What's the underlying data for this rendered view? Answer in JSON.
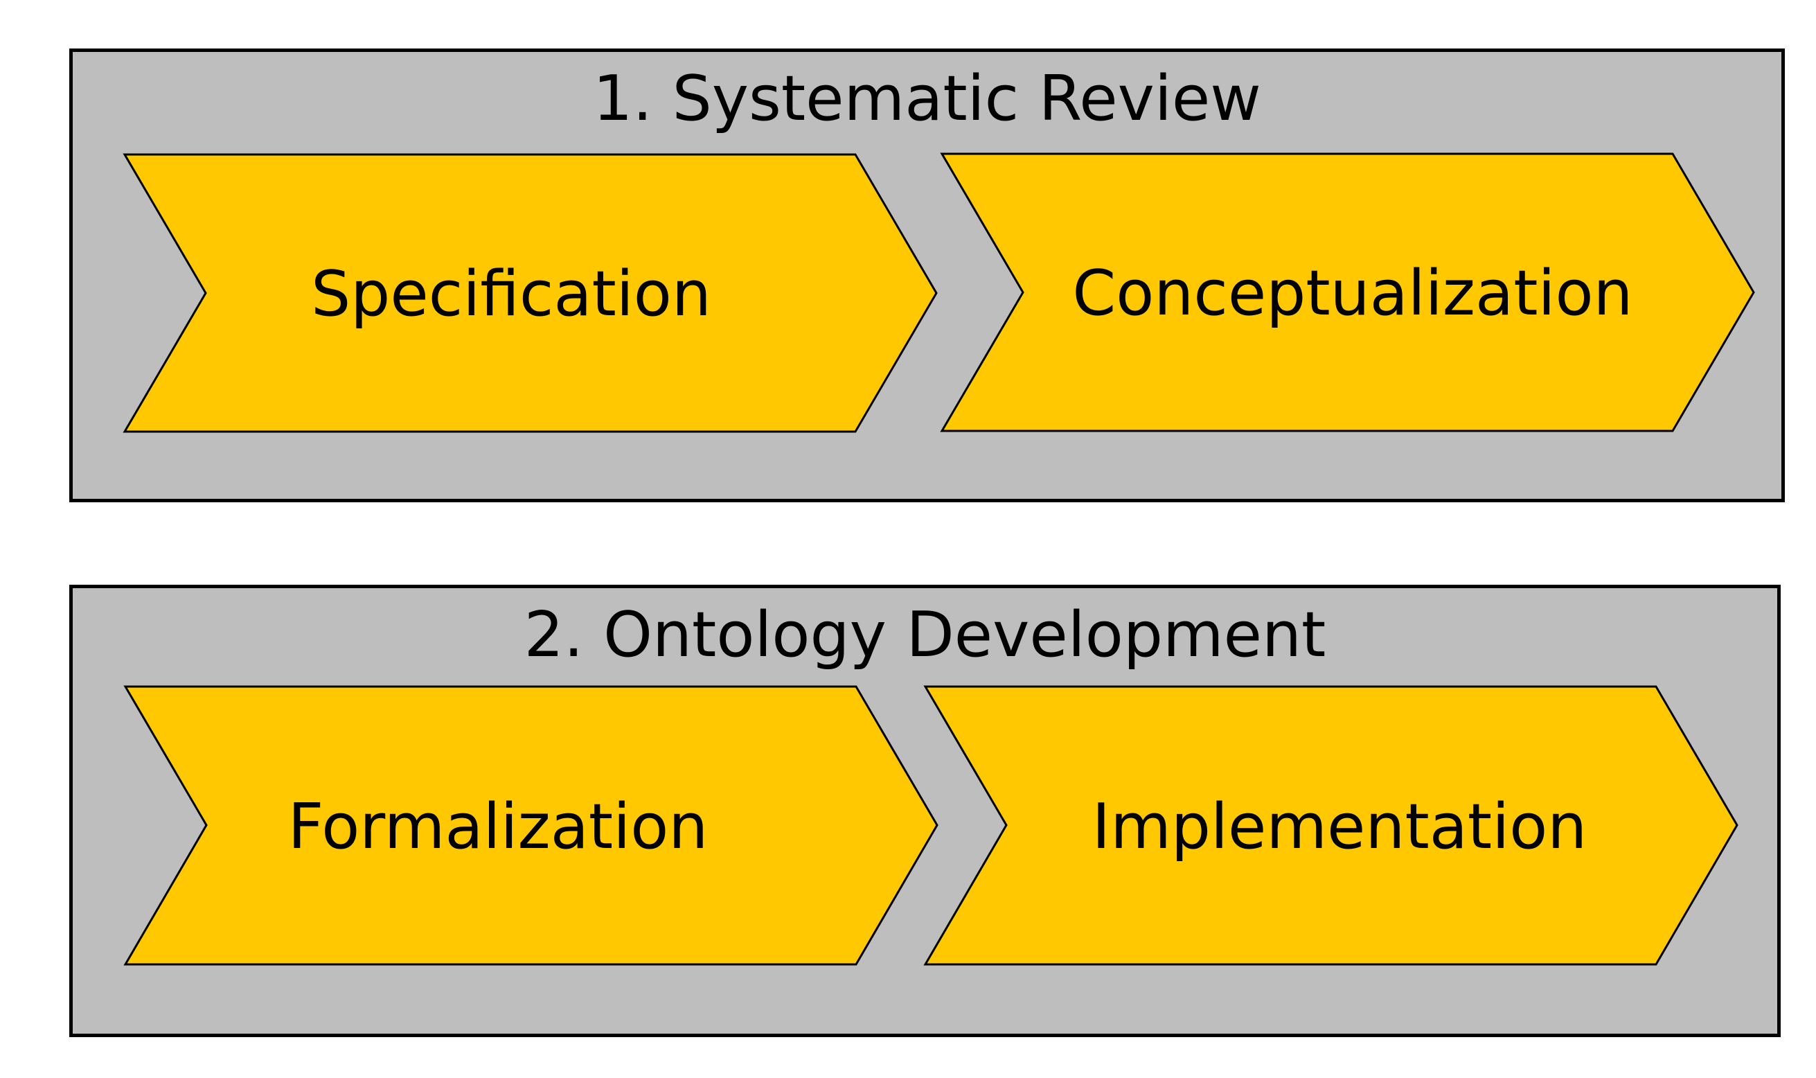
{
  "colors": {
    "page_bg": "#ffffff",
    "panel_bg": "#bebebe",
    "panel_border": "#000000",
    "chevron_fill": "#ffc800",
    "chevron_border": "#000000",
    "text": "#000000"
  },
  "panels": [
    {
      "title": "1. Systematic Review",
      "steps": [
        {
          "label": "Specification"
        },
        {
          "label": "Conceptualization"
        }
      ]
    },
    {
      "title": "2. Ontology Development",
      "steps": [
        {
          "label": "Formalization"
        },
        {
          "label": "Implementation"
        }
      ]
    }
  ]
}
